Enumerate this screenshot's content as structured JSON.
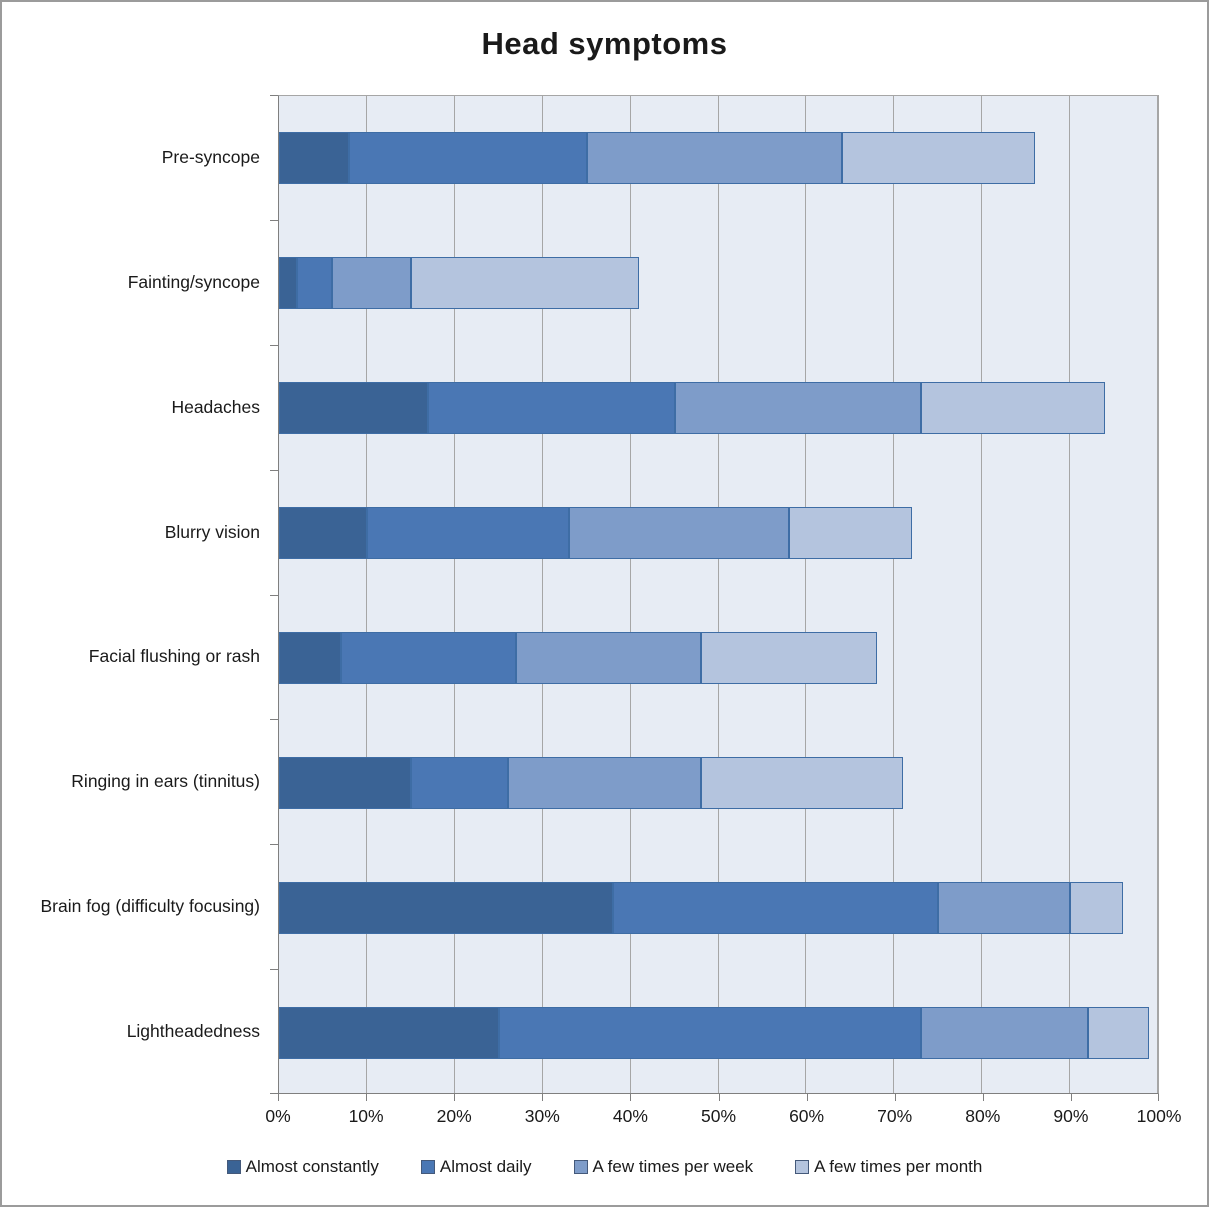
{
  "title": "Head symptoms",
  "chart_data": {
    "type": "bar",
    "orientation": "horizontal",
    "stacked": true,
    "title": "Head symptoms",
    "categories": [
      "Pre-syncope",
      "Fainting/syncope",
      "Headaches",
      "Blurry vision",
      "Facial flushing or rash",
      "Ringing in ears (tinnitus)",
      "Brain fog (difficulty focusing)",
      "Lightheadedness"
    ],
    "series": [
      {
        "name": "Almost constantly",
        "color": "#3a6395",
        "values": [
          8,
          2,
          17,
          10,
          7,
          15,
          38,
          25
        ]
      },
      {
        "name": "Almost daily",
        "color": "#4a77b4",
        "values": [
          27,
          4,
          28,
          23,
          20,
          11,
          37,
          48
        ]
      },
      {
        "name": "A few times per week",
        "color": "#7e9cc9",
        "values": [
          29,
          9,
          28,
          25,
          21,
          22,
          15,
          19
        ]
      },
      {
        "name": "A few times per month",
        "color": "#b4c4de",
        "values": [
          22,
          26,
          21,
          14,
          20,
          23,
          6,
          7
        ]
      }
    ],
    "bar_totals": [
      86,
      41,
      94,
      72,
      68,
      71,
      96,
      99
    ],
    "x_ticks": [
      "0%",
      "10%",
      "20%",
      "30%",
      "40%",
      "50%",
      "60%",
      "70%",
      "80%",
      "90%",
      "100%"
    ],
    "xlim": [
      0,
      100
    ],
    "grid": true,
    "legend_position": "bottom",
    "plot_bg": "#e7ecf4",
    "gridline_color": "#a6a6a6",
    "bar_border_color": "#3e6da5"
  }
}
